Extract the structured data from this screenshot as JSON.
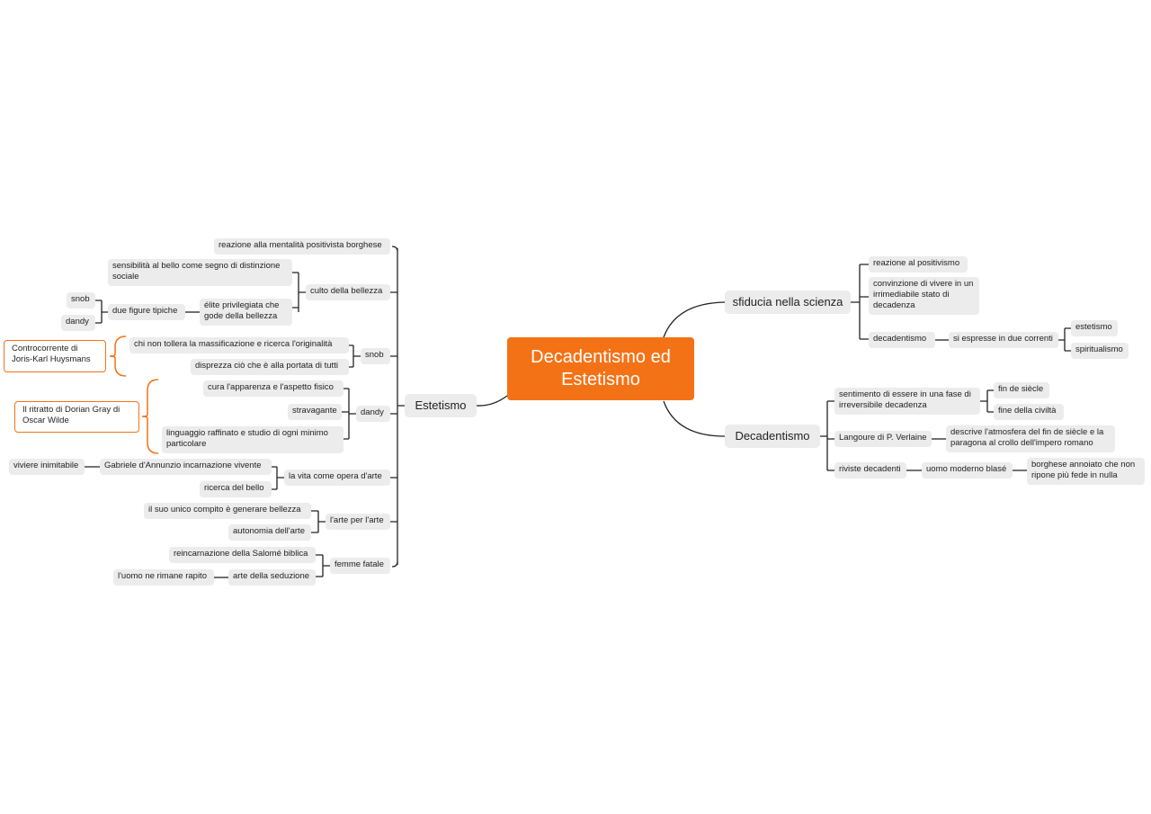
{
  "central_topic": "Decadentismo ed Estetismo",
  "colors": {
    "root": "#f47216",
    "node_bg": "#ececec",
    "line": "#222222",
    "callout_border": "#f47216"
  },
  "branches": {
    "estetismo": {
      "label": "Estetismo",
      "items": {
        "reazione": "reazione alla mentalità positivista borghese",
        "culto": {
          "label": "culto della bellezza",
          "sensibilita": "sensibilità al bello come segno di distinzione sociale",
          "elite": {
            "label": "élite privilegiata che gode della bellezza",
            "due_figure": {
              "label": "due figure tipiche",
              "snob": "snob",
              "dandy": "dandy"
            }
          }
        },
        "snob": {
          "label": "snob",
          "massificazione": "chi non tollera la massificazione e ricerca l'originalità",
          "disprezza": "disprezza ciò che è alla portata di tutti"
        },
        "dandy": {
          "label": "dandy",
          "apparenza": "cura l'apparenza e l'aspetto fisico",
          "stravagante": "stravagante",
          "linguaggio": "linguaggio raffinato e studio di ogni minimo particolare"
        },
        "vita_arte": {
          "label": "la vita come opera d'arte",
          "dannunzio": {
            "label": "Gabriele d'Annunzio incarnazione vivente",
            "vivere": "viviere inimitabile"
          },
          "ricerca": "ricerca del bello"
        },
        "arte_per_arte": {
          "label": "l'arte per l'arte",
          "compito": "il suo unico compito è generare bellezza",
          "autonomia": "autonomia dell'arte"
        },
        "femme_fatale": {
          "label": "femme fatale",
          "salome": "reincarnazione della Salomé biblica",
          "seduzione": {
            "label": "arte della seduzione",
            "rapito": "l'uomo ne rimane rapito"
          }
        }
      },
      "callouts": {
        "huysmans": "Controcorrente di Joris-Karl Huysmans",
        "wilde": "Il ritratto di Dorian Gray di Oscar Wilde"
      }
    },
    "sfiducia": {
      "label": "sfiducia nella scienza",
      "positivismo": "reazione al positivismo",
      "convinzione": "convinzione di vivere in un irrimediabile stato di decadenza",
      "decadentismo": {
        "label": "decadentismo",
        "correnti": {
          "label": "si espresse in due correnti",
          "estetismo": "estetismo",
          "spiritualismo": "spiritualismo"
        }
      }
    },
    "decadentismo": {
      "label": "Decadentismo",
      "sentimento": {
        "label": "sentimento di essere in una fase di irreversibile decadenza",
        "fin": "fin de siècle",
        "fine": "fine della civiltà"
      },
      "verlaine": {
        "label": "Langoure di P. Verlaine",
        "descrive": "descrive l'atmosfera del fin de siècle e la paragona al crollo dell'impero romano"
      },
      "riviste": {
        "label": "riviste decadenti",
        "uomo": {
          "label": "uomo moderno blasé",
          "borghese": "borghese annoiato che non ripone più fede in nulla"
        }
      }
    }
  }
}
